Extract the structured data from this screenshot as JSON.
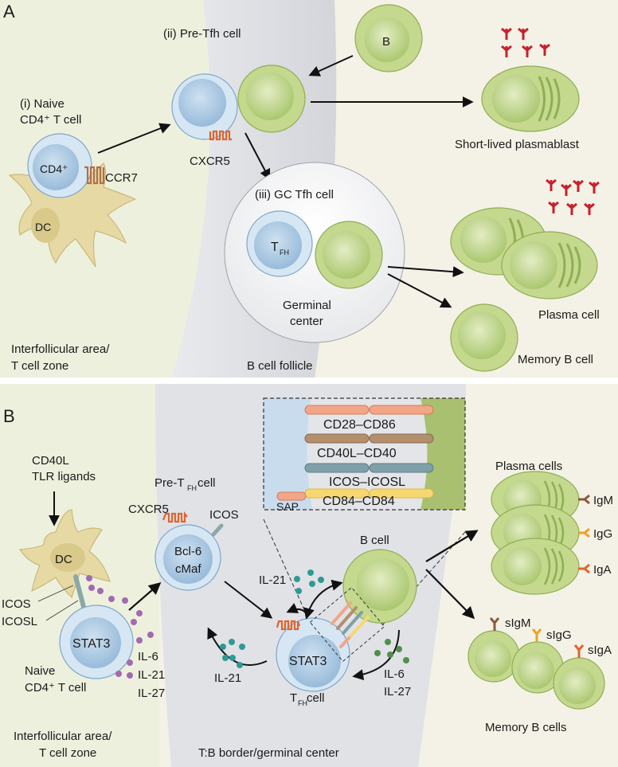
{
  "colors": {
    "zone_tcell": "#eef0de",
    "zone_follicle": "#dfe0e4",
    "zone_outside": "#f4f2e6",
    "tcell_outer": "#d6e6f3",
    "tcell_inner": "#a9c8e2",
    "bcell_outer": "#c4d88e",
    "bcell_inner": "#b3cd78",
    "dc": "#e6d9a4",
    "antibody_red": "#c8202b",
    "receptor_orange": "#e0652d",
    "ccr7_brown": "#b0704a",
    "il6_purple": "#a26ab0",
    "il21_teal": "#2e9a94",
    "il27_green": "#4f8f4a",
    "igm": "#8a5a3c",
    "igg": "#f0a028",
    "iga": "#e0652d"
  },
  "panel_a": {
    "label": "A",
    "naive_cell_title_1": "(i) Naive",
    "naive_cell_title_2": "CD4⁺ T cell",
    "cd4_label": "CD4⁺",
    "ccr7_label": "CCR7",
    "dc_label": "DC",
    "pretfh_title": "(ii) Pre-Tfh cell",
    "cxcr5_label": "CXCR5",
    "b_label": "B",
    "gc_tfh_title": "(iii) GC Tfh cell",
    "tfh_label_main": "T",
    "tfh_label_sub": "FH",
    "germinal_center_1": "Germinal",
    "germinal_center_2": "center",
    "plasmablast_label": "Short-lived plasmablast",
    "plasma_cell_label": "Plasma cell",
    "memory_b_label": "Memory B cell",
    "zone_tcell_1": "Interfollicular area/",
    "zone_tcell_2": "T cell zone",
    "zone_follicle": "B cell follicle"
  },
  "panel_b": {
    "label": "B",
    "stimuli_1": "CD40L",
    "stimuli_2": "TLR ligands",
    "dc_label": "DC",
    "icos_label": "ICOS",
    "icosl_label": "ICOSL",
    "stat3_label": "STAT3",
    "naive_1": "Naive",
    "naive_2": "CD4⁺ T cell",
    "cytokines": [
      "IL-6",
      "IL-21",
      "IL-27"
    ],
    "pretfh_main": "Pre-T",
    "pretfh_sub": "FH",
    "pretfh_tail": " cell",
    "cxcr5_label": "CXCR5",
    "icos_pretfh": "ICOS",
    "bcl6": "Bcl-6",
    "cmaf": "cMaf",
    "il21_left": "IL-21",
    "il21_top": "IL-21",
    "tfh_stat3": "STAT3",
    "tfh_main": "T",
    "tfh_sub": "FH",
    "tfh_tail": " cell",
    "bcell_label": "B cell",
    "il6_right": "IL-6",
    "il27_right": "IL-27",
    "inset_pairs": [
      "CD28–CD86",
      "CD40L–CD40",
      "ICOS–ICOSL",
      "CD84–CD84"
    ],
    "sap_label": "SAP",
    "plasma_cells_title": "Plasma cells",
    "plasma_isotypes": [
      "IgM",
      "IgG",
      "IgA"
    ],
    "memory_isotypes": [
      "sIgM",
      "sIgG",
      "sIgA"
    ],
    "memory_cells_title": "Memory B cells",
    "zone_tcell_1": "Interfollicular area/",
    "zone_tcell_2": "T cell zone",
    "zone_border": "T:B border/germinal center"
  }
}
